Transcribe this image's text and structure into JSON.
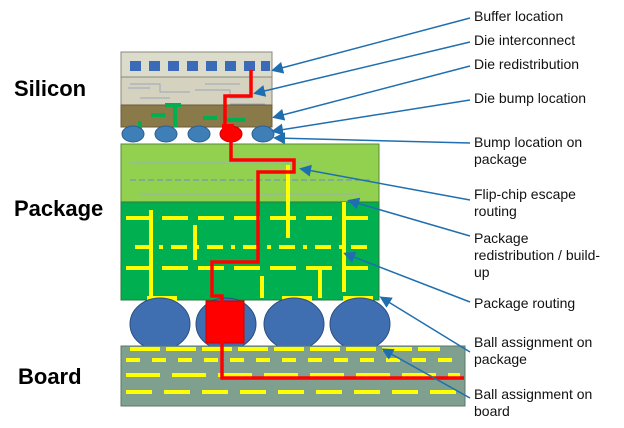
{
  "sections": {
    "silicon": "Silicon",
    "package": "Package",
    "board": "Board"
  },
  "callouts": [
    {
      "id": "buffer-location",
      "lines": [
        "Buffer location"
      ]
    },
    {
      "id": "die-interconnect",
      "lines": [
        "Die interconnect"
      ]
    },
    {
      "id": "die-redistribution",
      "lines": [
        "Die redistribution"
      ]
    },
    {
      "id": "die-bump-location",
      "lines": [
        "Die bump location"
      ]
    },
    {
      "id": "bump-location-on-package",
      "lines": [
        "Bump location on",
        "package"
      ]
    },
    {
      "id": "flip-chip-escape-routing",
      "lines": [
        "Flip-chip escape",
        "routing"
      ]
    },
    {
      "id": "package-redistribution",
      "lines": [
        "Package",
        "redistribution / build-",
        "up"
      ]
    },
    {
      "id": "package-routing",
      "lines": [
        "Package routing"
      ]
    },
    {
      "id": "ball-assignment-on-package",
      "lines": [
        "Ball assignment on",
        "package"
      ]
    },
    {
      "id": "ball-assignment-on-board",
      "lines": [
        "Ball assignment on",
        "board"
      ]
    }
  ],
  "colors": {
    "die_top": "#dcdccc",
    "die_mid": "#c8c0a8",
    "die_bottom": "#8a7a4a",
    "buffer": "#3a6ab8",
    "bump": "#3f7fb8",
    "package_top": "#92d050",
    "package_body": "#00b050",
    "trace_yellow": "#ffff00",
    "signal_red": "#ff0000",
    "ball": "#3f6fb0",
    "board": "#7f9f8f",
    "leader": "#1f6fb0"
  }
}
